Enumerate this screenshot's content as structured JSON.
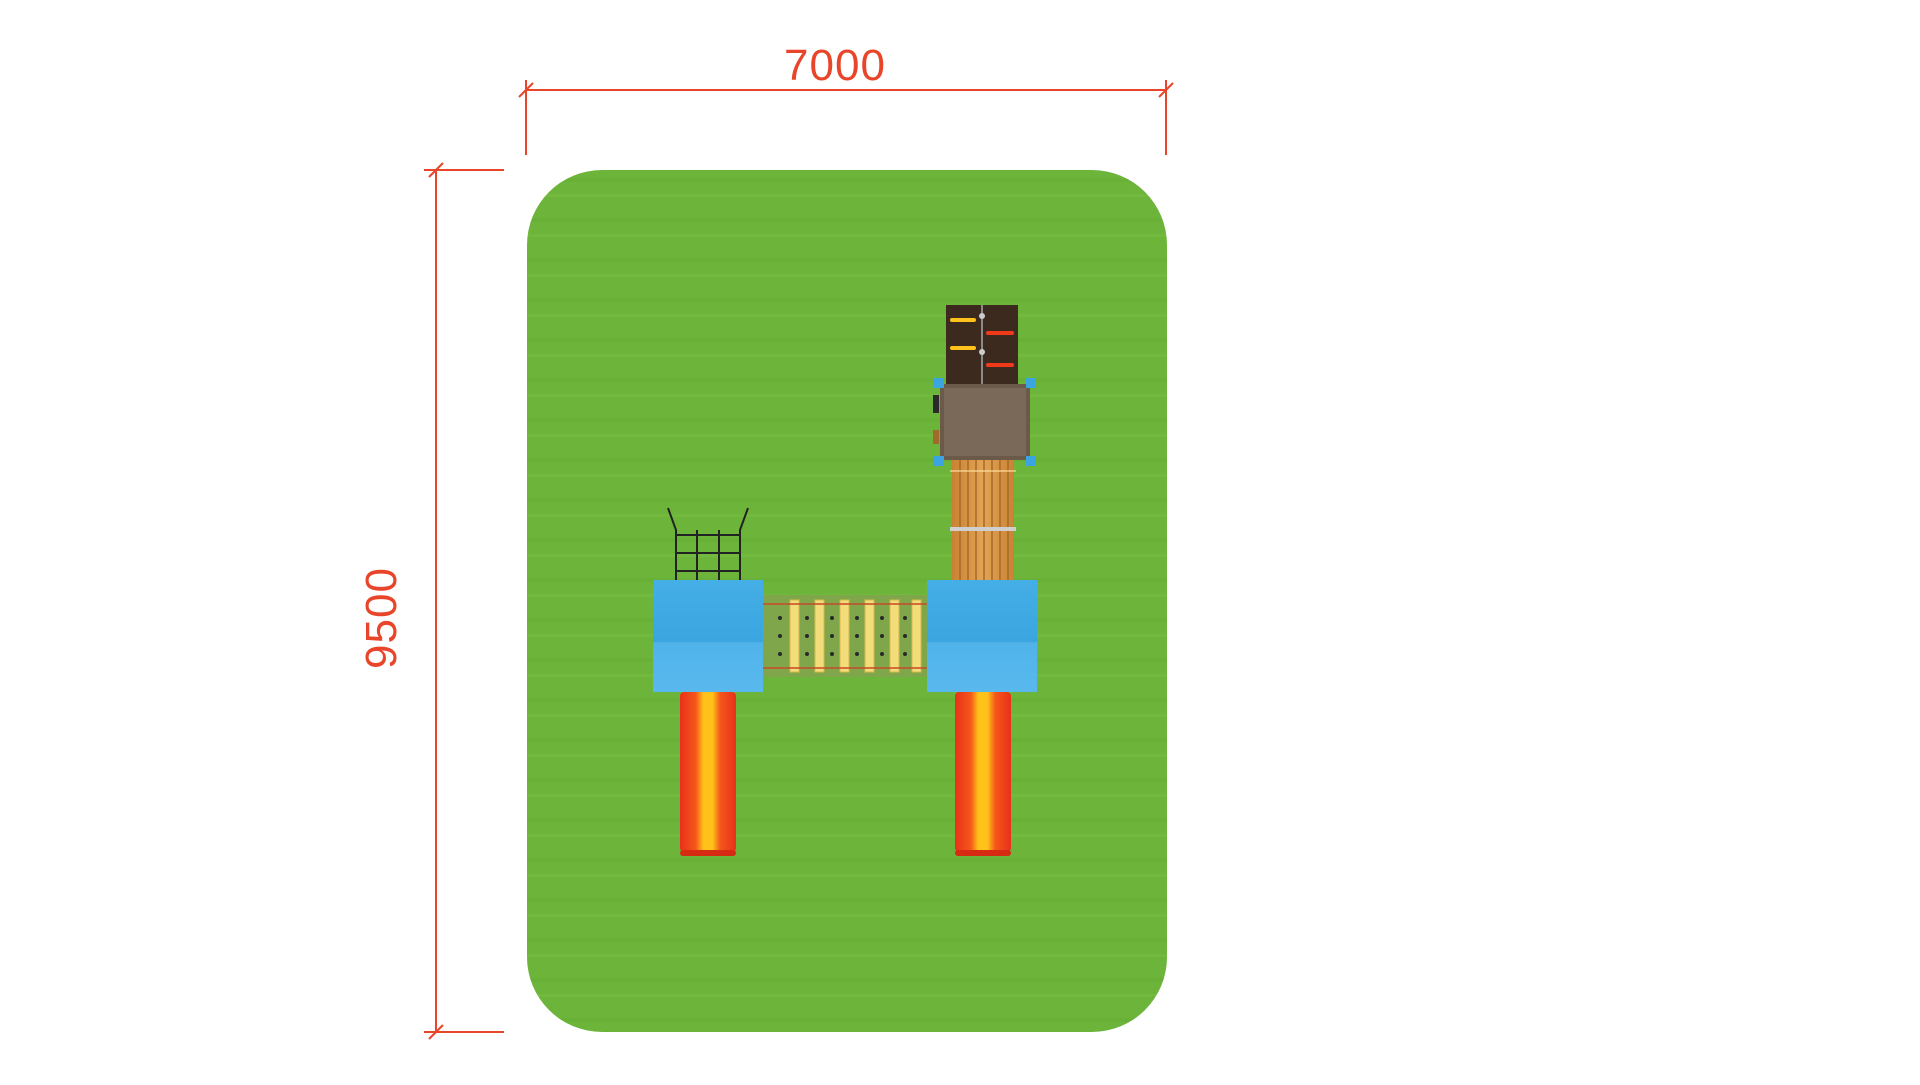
{
  "dimensions": {
    "width_label": "7000",
    "height_label": "9500",
    "line_color": "#e8452a"
  },
  "colors": {
    "grass": "#6db53a",
    "grass_dark": "#5aa12d",
    "platform_blue": "#3aa5e0",
    "platform_blue_light": "#5ab8ec",
    "slide_red": "#f03a1a",
    "slide_yellow": "#ffc21a",
    "wood": "#d9953f",
    "roof_dark": "#4a3526"
  },
  "elements": [
    "grass-area",
    "climbing-wall",
    "tower-roof",
    "log-ramp",
    "left-platform",
    "right-platform",
    "net-bridge",
    "rope-ladder",
    "left-slide",
    "right-slide"
  ]
}
